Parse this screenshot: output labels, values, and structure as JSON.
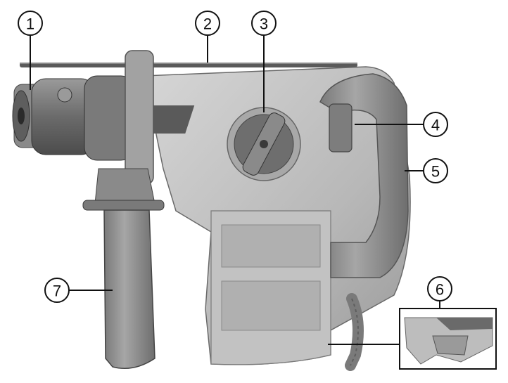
{
  "callouts": [
    {
      "id": "1",
      "label": "1"
    },
    {
      "id": "2",
      "label": "2"
    },
    {
      "id": "3",
      "label": "3"
    },
    {
      "id": "4",
      "label": "4"
    },
    {
      "id": "5",
      "label": "5"
    },
    {
      "id": "6",
      "label": "6"
    },
    {
      "id": "7",
      "label": "7"
    }
  ],
  "colors": {
    "body": "#b9b9b9",
    "body_dark": "#8e8e8e",
    "body_light": "#d4d4d4",
    "metal": "#6a6a6a",
    "line": "#111111"
  }
}
